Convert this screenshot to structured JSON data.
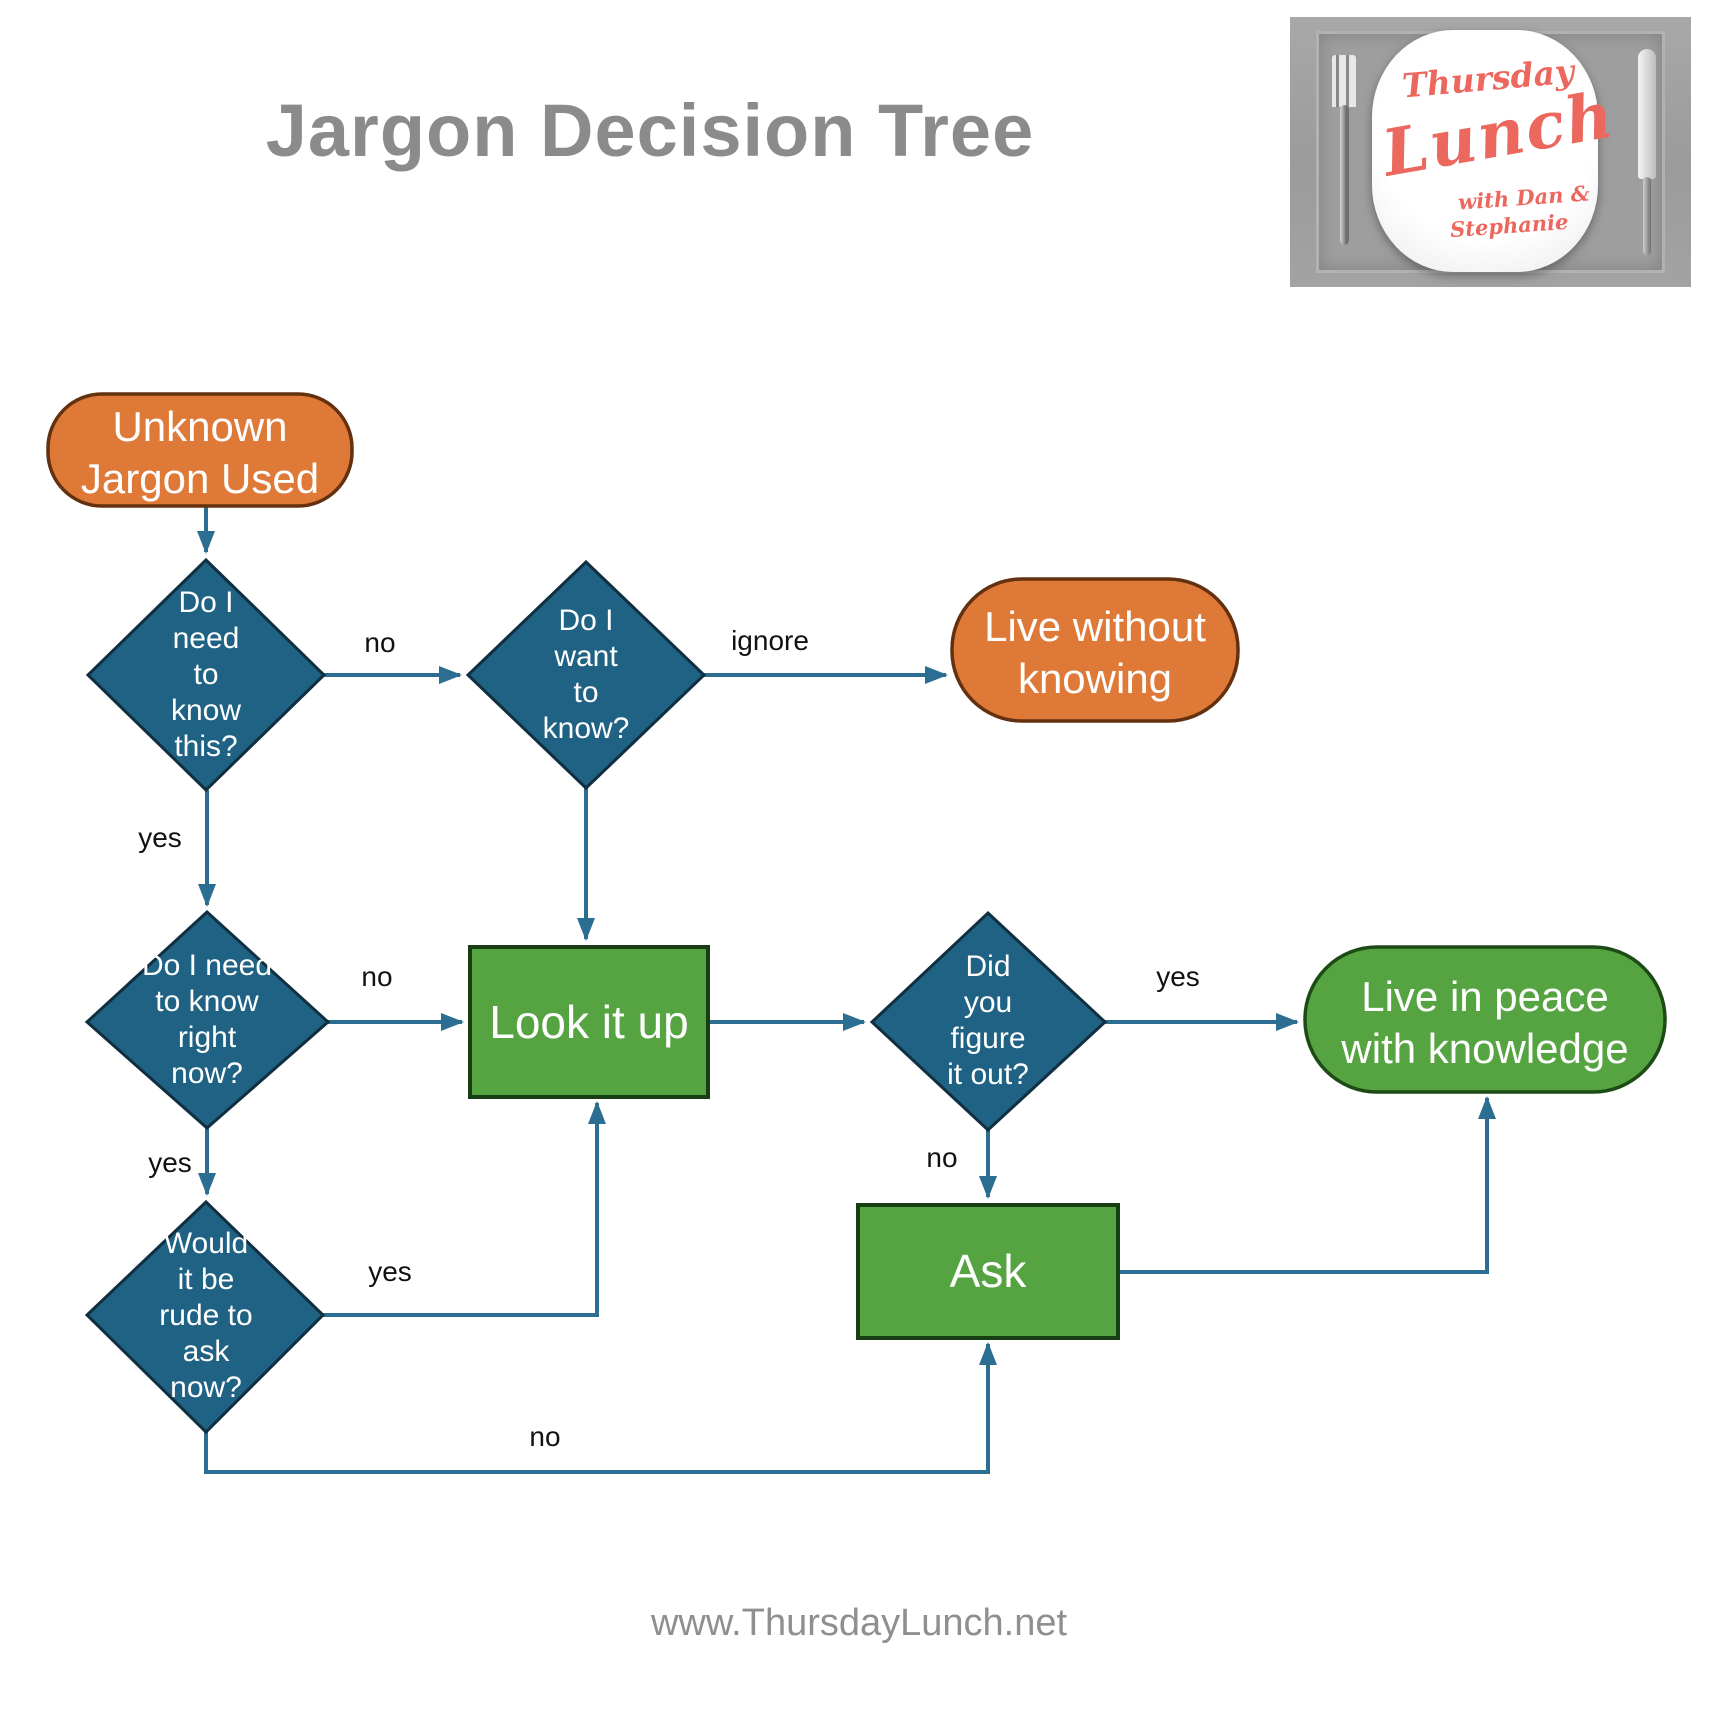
{
  "title": "Jargon Decision Tree",
  "footer": "www.ThursdayLunch.net",
  "logo": {
    "line1": "Thursday",
    "line2": "Lunch",
    "line3": "with Dan &",
    "line4": "Stephanie"
  },
  "colors": {
    "decision_fill": "#1f6284",
    "terminator_orange": "#de7938",
    "process_green": "#55a441",
    "edge_line": "#2c6e91",
    "title_gray": "#8b8b8b",
    "logo_red": "#ec675d"
  },
  "nodes": {
    "start": {
      "type": "terminator",
      "lines": [
        "Unknown",
        "Jargon Used"
      ]
    },
    "need_to_know": {
      "type": "decision",
      "lines": [
        "Do I",
        "need",
        "to",
        "know",
        "this?"
      ]
    },
    "want_to_know": {
      "type": "decision",
      "lines": [
        "Do I",
        "want",
        "to",
        "know?"
      ]
    },
    "live_without": {
      "type": "terminator",
      "lines": [
        "Live without",
        "knowing"
      ]
    },
    "need_now": {
      "type": "decision",
      "lines": [
        "Do I need",
        "to know",
        "right",
        "now?"
      ]
    },
    "look_it_up": {
      "type": "process",
      "lines": [
        "Look it up"
      ]
    },
    "figure_out": {
      "type": "decision",
      "lines": [
        "Did",
        "you",
        "figure",
        "it out?"
      ]
    },
    "live_in_peace": {
      "type": "terminator",
      "lines": [
        "Live in peace",
        "with knowledge"
      ]
    },
    "rude_to_ask": {
      "type": "decision",
      "lines": [
        "Would",
        "it be",
        "rude to",
        "ask",
        "now?"
      ]
    },
    "ask": {
      "type": "process",
      "lines": [
        "Ask"
      ]
    }
  },
  "edges": {
    "need_no": "no",
    "need_yes": "yes",
    "want_ignore": "ignore",
    "now_no": "no",
    "now_yes": "yes",
    "rude_yes": "yes",
    "rude_no": "no",
    "figure_yes": "yes",
    "figure_no": "no"
  }
}
